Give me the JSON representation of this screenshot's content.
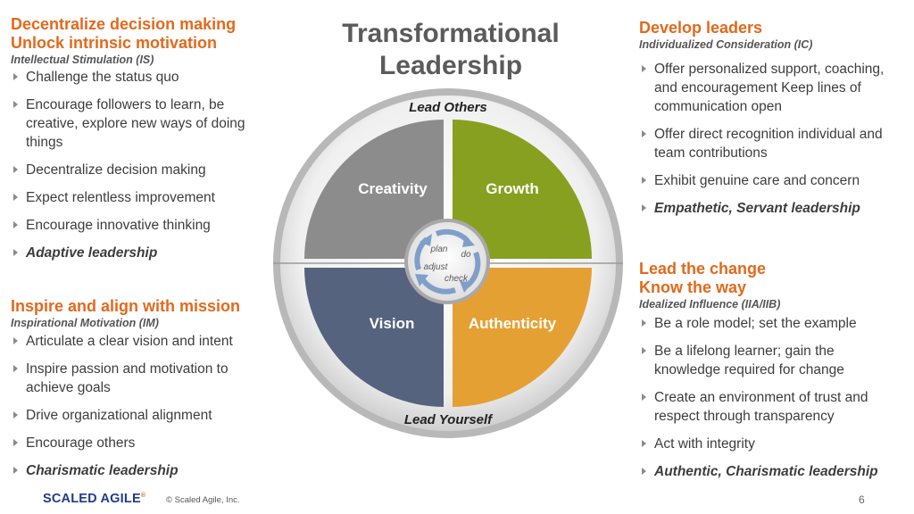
{
  "title": "Transformational Leadership",
  "left_top": {
    "heading_line1": "Decentralize decision making",
    "heading_line2": "Unlock intrinsic motivation",
    "subtitle": "Intellectual Stimulation (IS)",
    "bullets": [
      "Challenge the status quo",
      "Encourage followers to learn, be creative, explore new ways of doing things",
      "Decentralize decision making",
      "Expect relentless improvement",
      "Encourage innovative thinking",
      "Adaptive leadership"
    ]
  },
  "left_bottom": {
    "heading": "Inspire and align with mission",
    "subtitle": "Inspirational Motivation (IM)",
    "bullets": [
      "Articulate a clear vision and intent",
      "Inspire passion and motivation to achieve goals",
      "Drive organizational alignment",
      "Encourage others",
      "Charismatic leadership"
    ]
  },
  "right_top": {
    "heading": "Develop leaders",
    "subtitle": "Individualized Consideration (IC)",
    "bullets": [
      "Offer personalized support, coaching,  and encouragement Keep lines of communication open",
      "Offer direct recognition individual and team contributions",
      "Exhibit genuine care and concern",
      "Empathetic, Servant leadership"
    ]
  },
  "right_bottom": {
    "heading_line1": "Lead the change",
    "heading_line2": "Know the way",
    "subtitle": "Idealized Influence (IIA/IIB)",
    "bullets": [
      "Be a role model; set the example",
      "Be a lifelong learner; gain the knowledge required for change",
      "Create an environment of trust and respect through transparency",
      "Act with integrity",
      "Authentic, Charismatic leadership"
    ]
  },
  "diagram": {
    "top_label": "Lead Others",
    "bottom_label": "Lead Yourself",
    "quadrants": {
      "creativity": "Creativity",
      "growth": "Growth",
      "vision": "Vision",
      "authenticity": "Authenticity"
    },
    "cycle": {
      "plan": "plan",
      "do": "do",
      "adjust": "adjust",
      "check": "check"
    },
    "colors": {
      "creativity": "#8c8c8c",
      "growth": "#87a01f",
      "vision": "#56637e",
      "authenticity": "#e5a033",
      "ring": "#bdbdbd",
      "arrows": "#7f9fca"
    }
  },
  "footer": {
    "logo": "SCALED AGILE",
    "logo_mark": "®",
    "copyright": "© Scaled Agile, Inc.",
    "page": "6"
  }
}
